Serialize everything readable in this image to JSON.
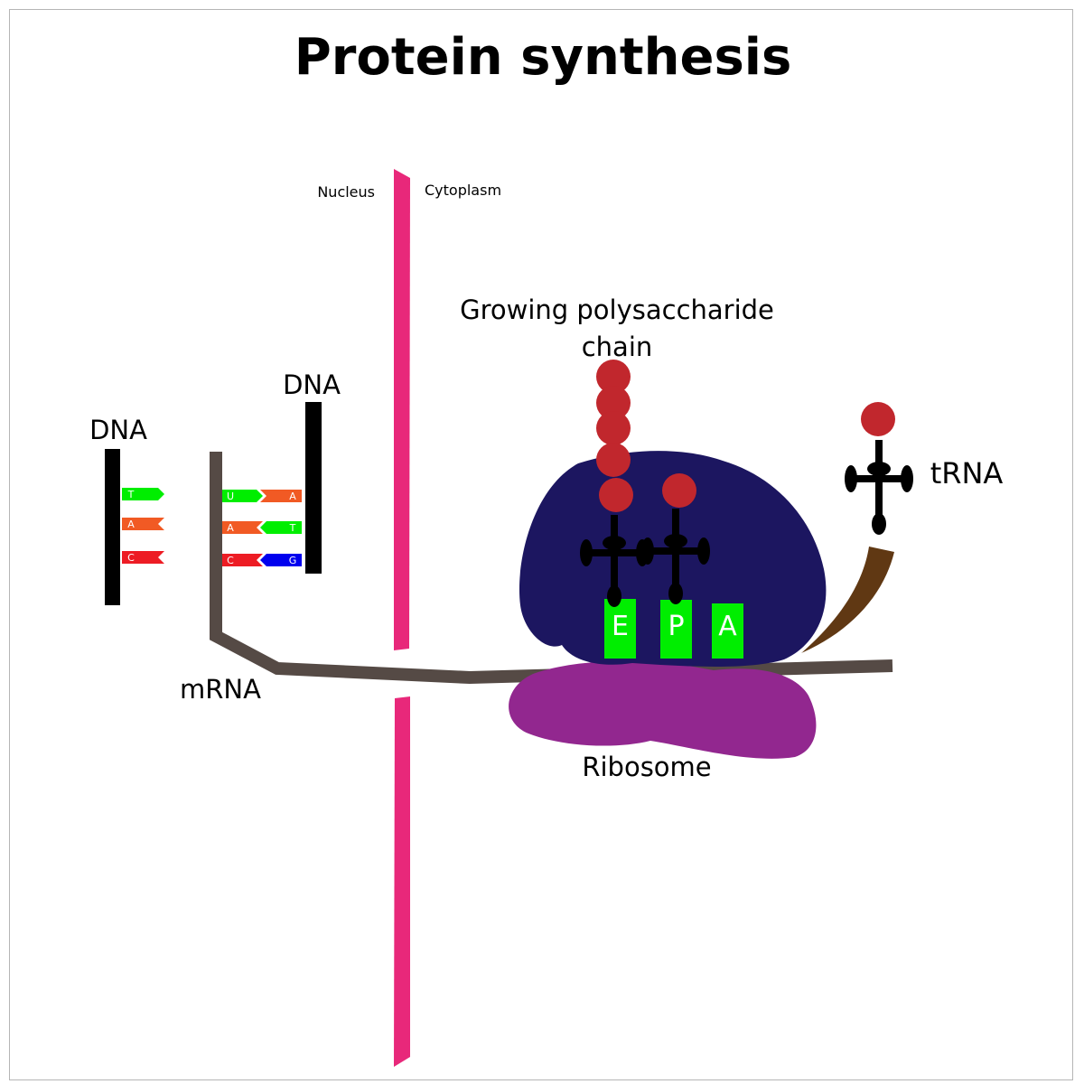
{
  "title": "Protein synthesis",
  "labels": {
    "nucleus": "Nucleus",
    "cytoplasm": "Cytoplasm",
    "dna_left": "DNA",
    "dna_right": "DNA",
    "mrna": "mRNA",
    "growing_chain_line1": "Growing polysaccharide",
    "growing_chain_line2": "chain",
    "trna": "tRNA",
    "ribosome": "Ribosome"
  },
  "dna_left_bases": [
    "T",
    "A",
    "C"
  ],
  "mrna_bases": [
    "U",
    "A",
    "C"
  ],
  "dna_right_bases": [
    "A",
    "T",
    "G"
  ],
  "ribosome_sites": [
    "E",
    "P",
    "A"
  ],
  "colors": {
    "membrane": "#E8287A",
    "strand": "#000000",
    "mrna": "#554A45",
    "ribosome_large": "#1C1660",
    "ribosome_small": "#92278F",
    "site": "#00EE00",
    "amino_acid": "#C1272D",
    "trna": "#000000",
    "trna_tail": "#603813",
    "base_T": "#00EE00",
    "base_U": "#00EE00",
    "base_A": "#F15A24",
    "base_C": "#ED1C24",
    "base_G": "#0000EE"
  }
}
